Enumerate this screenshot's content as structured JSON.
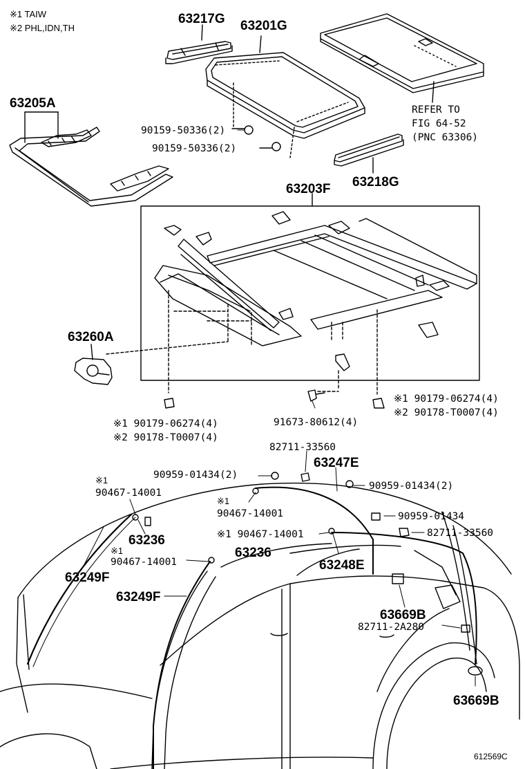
{
  "notes": {
    "note1": "※1 TAIW",
    "note2": "※2 PHL,IDN,TH"
  },
  "refer": {
    "line1": "REFER TO",
    "line2": "FIG 64-52",
    "line3": "(PNC 63306)"
  },
  "parts": {
    "p63217G": "63217G",
    "p63201G": "63201G",
    "p63205A": "63205A",
    "p90159_a": "90159-50336(2)",
    "p90159_b": "90159-50336(2)",
    "p63218G": "63218G",
    "p63203F": "63203F",
    "p63260A": "63260A",
    "p90179_right": "※1 90179-06274(4)",
    "p90178_right": "※2 90178-T0007(4)",
    "p90179_left": "※1 90179-06274(4)",
    "p90178_left": "※2 90178-T0007(4)",
    "p91673": "91673-80612(4)",
    "p82711_top": "82711-33560",
    "p63247E": "63247E",
    "p90959_left": "90959-01434(2)",
    "p90959_right2": "90959-01434(2)",
    "p90959_right": "90959-01434",
    "p82711_right": "82711-33560",
    "p90467_note_a": "※1",
    "p90467_a": "90467-14001",
    "p90467_note_b": "※1",
    "p90467_b": "90467-14001",
    "p90467_c": "※1 90467-14001",
    "p90467_note_d": "※1",
    "p90467_d": "90467-14001",
    "p63236_a": "63236",
    "p63236_b": "63236",
    "p63249F_a": "63249F",
    "p63249F_b": "63249F",
    "p63248E": "63248E",
    "p63669B_a": "63669B",
    "p82711_2A280": "82711-2A280",
    "p63669B_b": "63669B"
  },
  "illustration_code": "612569C"
}
